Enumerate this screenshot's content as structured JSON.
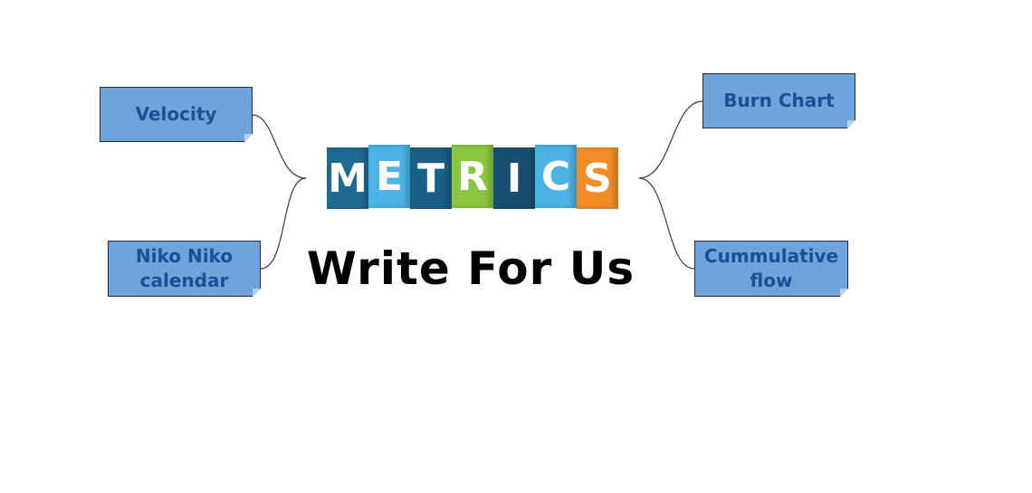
{
  "logo": {
    "tiles": [
      {
        "letter": "M",
        "color": "#1e6a93"
      },
      {
        "letter": "E",
        "color": "#4bb3e6"
      },
      {
        "letter": "T",
        "color": "#1b5f86"
      },
      {
        "letter": "R",
        "color": "#8cc63f"
      },
      {
        "letter": "I",
        "color": "#1a4f74"
      },
      {
        "letter": "C",
        "color": "#4bb3e6"
      },
      {
        "letter": "S",
        "color": "#f28c28"
      }
    ]
  },
  "headline": "Write For Us",
  "nodes": {
    "velocity": "Velocity",
    "niko": "Niko Niko\ncalendar",
    "burn": "Burn Chart",
    "flow": "Cummulative\nflow"
  },
  "colors": {
    "note_fill": "#6fa3dc",
    "note_text": "#1f4e99",
    "connector": "#3a3a3a"
  }
}
